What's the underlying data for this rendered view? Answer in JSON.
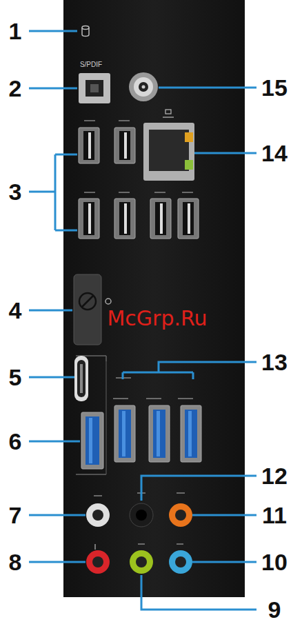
{
  "diagram": {
    "labels": [
      "1",
      "S/PDIF",
      "2",
      "15",
      "3",
      "14",
      "4",
      "McGrp.Ru",
      "5",
      "13",
      "6",
      "12",
      "7",
      "11",
      "8",
      "10",
      "9"
    ]
  }
}
